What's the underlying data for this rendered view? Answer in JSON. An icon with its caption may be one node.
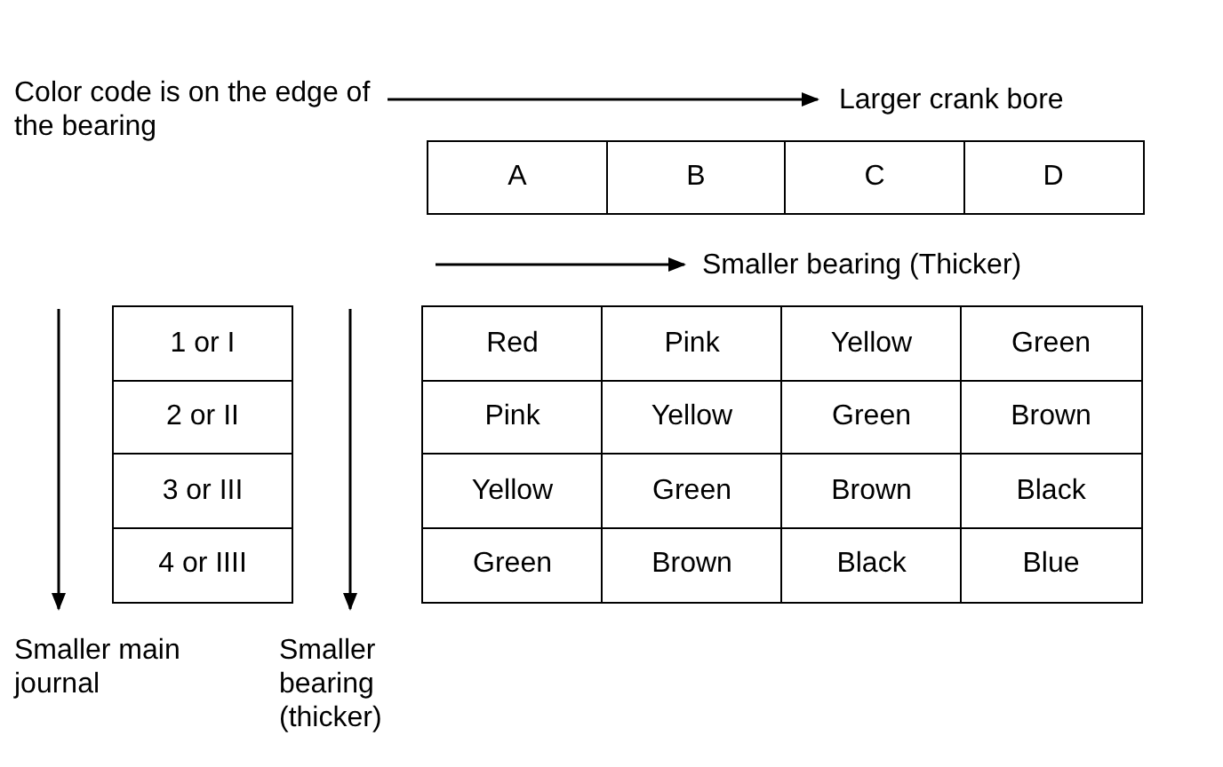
{
  "diagram": {
    "labels": [
      "Color code is on the edge of the bearing",
      "Larger crank bore",
      "A",
      "B",
      "C",
      "D",
      "Smaller bearing (Thicker)",
      "1 or I",
      "Red",
      "Pink",
      "Yellow",
      "Green",
      "2 or II",
      "Pink",
      "Yellow",
      "Green",
      "Brown",
      "3 or III",
      "Yellow",
      "Green",
      "Brown",
      "Black",
      "4 or IIII",
      "Green",
      "Brown",
      "Black",
      "Blue",
      "Smaller main journal",
      "Smaller bearing (thicker)"
    ]
  }
}
